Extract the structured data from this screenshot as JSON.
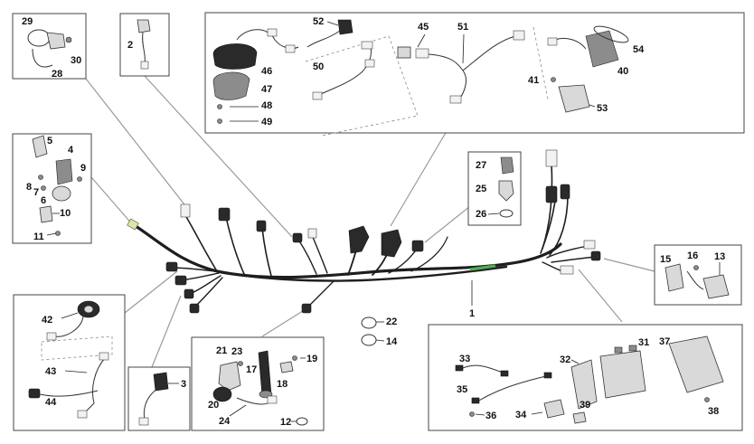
{
  "callouts": {
    "c1": "1",
    "c2": "2",
    "c3": "3",
    "c4": "4",
    "c5": "5",
    "c6": "6",
    "c7": "7",
    "c8": "8",
    "c9": "9",
    "c10": "10",
    "c11": "11",
    "c12": "12",
    "c13": "13",
    "c14": "14",
    "c15": "15",
    "c16": "16",
    "c17": "17",
    "c18": "18",
    "c19": "19",
    "c20": "20",
    "c21": "21",
    "c22": "22",
    "c23": "23",
    "c24": "24",
    "c25": "25",
    "c26": "26",
    "c27": "27",
    "c28": "28",
    "c29": "29",
    "c30": "30",
    "c31": "31",
    "c32": "32",
    "c33": "33",
    "c34": "34",
    "c35": "35",
    "c36": "36",
    "c37": "37",
    "c38": "38",
    "c39": "39",
    "c40": "40",
    "c41": "41",
    "c42": "42",
    "c43": "43",
    "c44": "44",
    "c45": "45",
    "c46": "46",
    "c47": "47",
    "c48": "48",
    "c49": "49",
    "c50": "50",
    "c51": "51",
    "c52": "52",
    "c53": "53",
    "c54": "54"
  },
  "colors": {
    "harness": "#1e1e1e",
    "leader": "#9a9a9a",
    "box_border": "#444444",
    "green_stripe": "#4caf50",
    "connector_tag": "#dfe7a0"
  }
}
